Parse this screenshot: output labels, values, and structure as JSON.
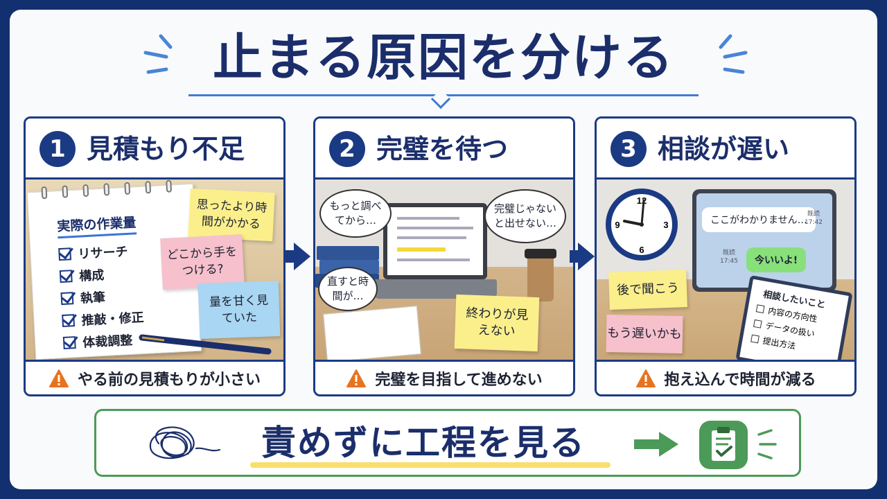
{
  "title": "止まる原因を分ける",
  "panels": [
    {
      "number": "1",
      "title": "見積もり不足",
      "notepad": {
        "heading": "実際の作業量",
        "items": [
          "リサーチ",
          "構成",
          "執筆",
          "推敲・修正",
          "体裁調整"
        ]
      },
      "notes": [
        "思ったより時間がかかる",
        "どこから手をつける?",
        "量を甘く見ていた"
      ],
      "caption": "やる前の見積もりが小さい"
    },
    {
      "number": "2",
      "title": "完璧を待つ",
      "bubbles": [
        "もっと調べてから…",
        "完璧じゃないと出せない…",
        "直すと時間が…"
      ],
      "note": "終わりが見えない",
      "caption": "完璧を目指して進めない"
    },
    {
      "number": "3",
      "title": "相談が遅い",
      "chat": [
        {
          "text": "ここがわかりません…",
          "status": "既読",
          "time": "17:42"
        },
        {
          "text": "今いいよ!",
          "status": "既読",
          "time": "17:45"
        }
      ],
      "notes": [
        "後で聞こう",
        "もう遅いかも"
      ],
      "clipboard": {
        "heading": "相談したいこと",
        "items": [
          "内容の方向性",
          "データの扱い",
          "提出方法"
        ]
      },
      "caption": "抱え込んで時間が減る"
    }
  ],
  "banner": {
    "text": "責めずに工程を見る"
  },
  "colors": {
    "navy": "#1b3a84",
    "accent_blue": "#3f7bd0",
    "green": "#4c9a57",
    "warning": "#e8731f",
    "highlight": "#f8df6e"
  },
  "icons": {
    "warning": "warning-icon",
    "clipboard": "clipboard-check-icon",
    "scribble": "tangled-scribble-icon",
    "arrow": "right-arrow-icon"
  }
}
